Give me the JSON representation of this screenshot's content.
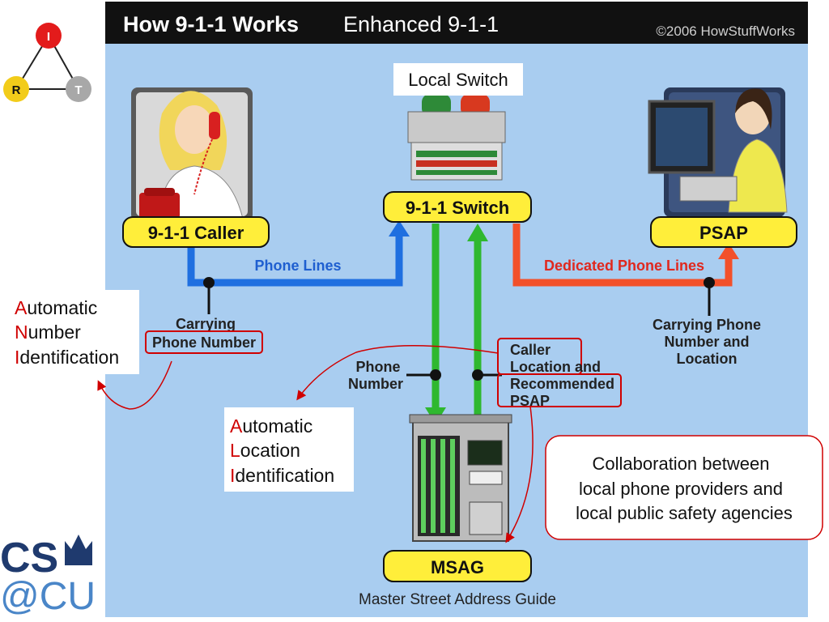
{
  "header": {
    "title": "How 9-1-1 Works",
    "subtitle": "Enhanced 9-1-1",
    "copyright": "©2006 HowStuffWorks"
  },
  "irt_triangle": {
    "top": "I",
    "left": "R",
    "right": "T"
  },
  "nodes": {
    "caller": "9-1-1 Caller",
    "switch": "9-1-1 Switch",
    "psap": "PSAP",
    "msag": "MSAG",
    "msag_caption": "Master Street Address Guide",
    "local_switch": "Local Switch"
  },
  "line_labels": {
    "phone_lines": "Phone Lines",
    "dedicated": "Dedicated Phone Lines",
    "carrying_1": "Carrying",
    "carrying_2": "Phone Number",
    "carrying_psap": [
      "Carrying Phone",
      "Number and",
      "Location"
    ],
    "phone_number": [
      "Phone",
      "Number"
    ],
    "caller_location": [
      "Caller",
      "Location and",
      "Recommended",
      "PSAP"
    ]
  },
  "callouts": {
    "ani": [
      {
        "first": "A",
        "rest": "utomatic"
      },
      {
        "first": "N",
        "rest": "umber"
      },
      {
        "first": "I",
        "rest": "dentification"
      }
    ],
    "ali": [
      {
        "first": "A",
        "rest": "utomatic"
      },
      {
        "first": "L",
        "rest": "ocation"
      },
      {
        "first": "I",
        "rest": "dentification"
      }
    ],
    "collaboration": [
      "Collaboration between",
      "local phone providers and",
      "local public safety agencies"
    ]
  },
  "logo": {
    "line1": "CS",
    "line2": "@CU"
  },
  "colors": {
    "sky": "#a9cdf0",
    "label_yellow": "#ffee3a",
    "phone_blue": "#1f6fe0",
    "dedicated_red": "#f2502a",
    "msag_green": "#2fb82f",
    "callout_red": "#d00000",
    "header": "#111111"
  }
}
